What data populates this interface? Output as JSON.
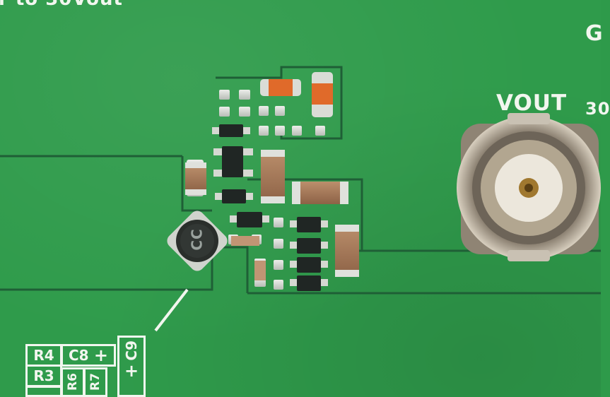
{
  "board_text": {
    "top_left": "r to 30Vout",
    "top_right": "G",
    "connector_label": "VOUT",
    "right_edge": "30"
  },
  "inductor_marking": "CC",
  "refdes": {
    "r4": "R4",
    "c8": "C8",
    "c8_plus": "+",
    "c9": "C9",
    "c9_plus": "+",
    "r3": "R3",
    "r6": "R6",
    "r7": "R7"
  },
  "colors": {
    "pcb": "#2f9b4b",
    "trace": "#1f5f36",
    "silkscreen": "#f2f6ef",
    "solder": "#d6d8d2",
    "capacitor": "#a67a5b",
    "orange_cap": "#e06a2a",
    "ic": "#202624"
  }
}
